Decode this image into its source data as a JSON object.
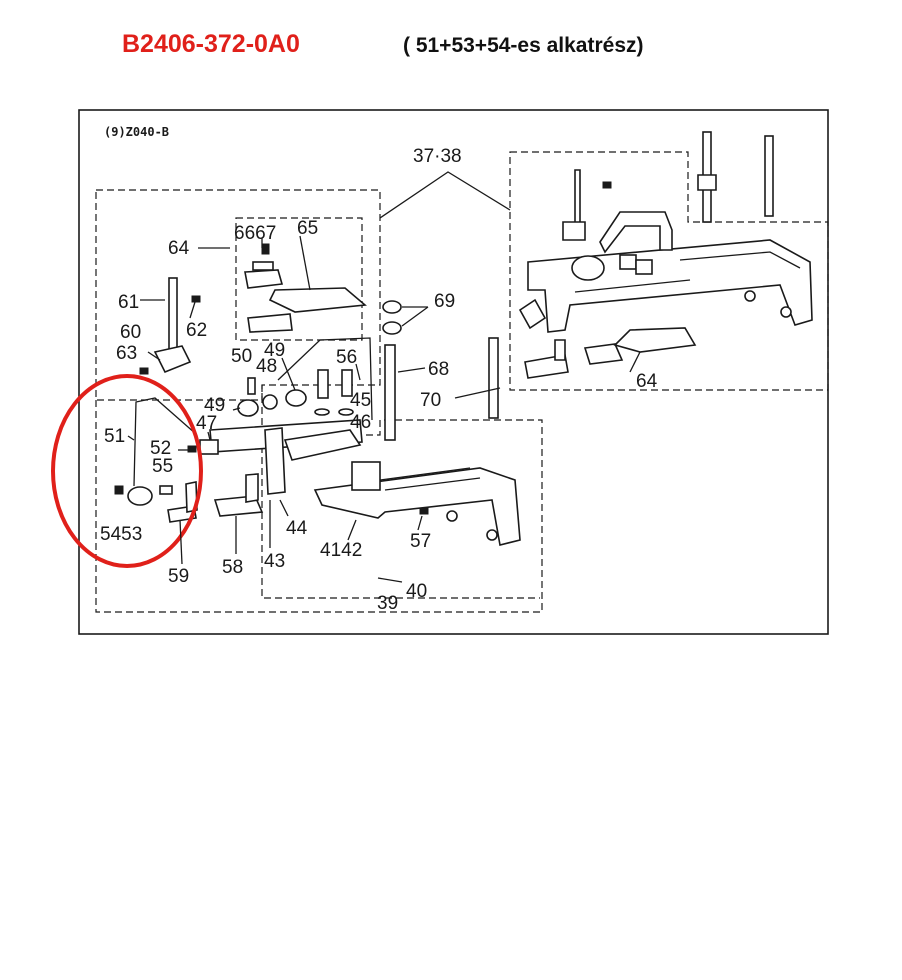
{
  "header": {
    "part_number": "B2406-372-0A0",
    "note": "( 51+53+54-es alkatrész)"
  },
  "diagram": {
    "code": "(9)Z040-B",
    "labels": {
      "l3738": "37·38",
      "l64a": "64",
      "l6667": "6667",
      "l65": "65",
      "l61": "61",
      "l62": "62",
      "l60": "60",
      "l63": "63",
      "l69": "69",
      "l68": "68",
      "l70": "70",
      "l64b": "64",
      "l50": "50",
      "l48": "48",
      "l49a": "49",
      "l56": "56",
      "l49b": "49",
      "l45": "45",
      "l46": "46",
      "l47": "47",
      "l51": "51",
      "l52": "52",
      "l55": "55",
      "l5453": "5453",
      "l44": "44",
      "l43": "43",
      "l4142": "4142",
      "l57": "57",
      "l58": "58",
      "l59": "59",
      "l40": "40",
      "l39": "39"
    },
    "highlight_color": "#e0201a"
  }
}
